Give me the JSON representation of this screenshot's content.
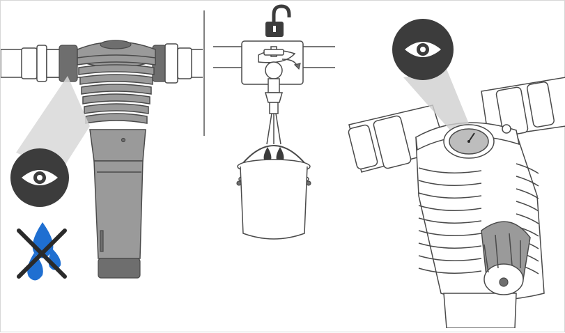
{
  "colors": {
    "stroke": "#4a4a4a",
    "filter_body": "#9a9a9a",
    "filter_dark": "#6e6e6e",
    "pipe_fill": "#ffffff",
    "icon_dark": "#3c3c3c",
    "water_blue": "#1f6fd1",
    "divider": "#555555"
  },
  "panels": [
    {
      "name": "filter-inspection-panel",
      "icons": [
        "eye-icon",
        "no-water-leak-icon"
      ]
    },
    {
      "name": "drain-valve-panel",
      "icons": [
        "unlock-icon",
        "bucket-icon",
        "water-drops-icon"
      ]
    },
    {
      "name": "pressure-gauge-panel",
      "icons": [
        "eye-icon",
        "pressure-gauge-icon"
      ]
    }
  ]
}
